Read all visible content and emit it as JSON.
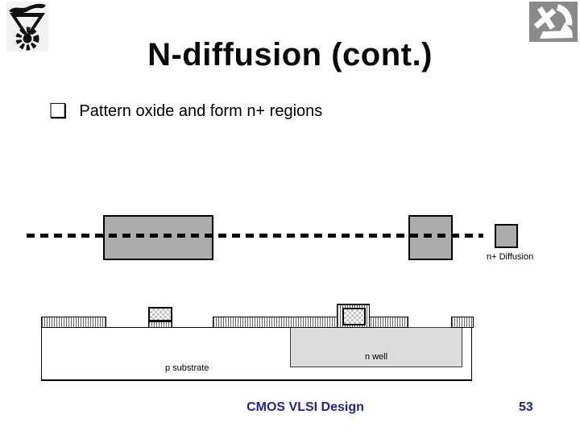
{
  "header": {
    "title": "N-diffusion (cont.)"
  },
  "content": {
    "bullet_glyph": "❑",
    "bullet_text": "Pattern oxide and form n+ regions"
  },
  "layout_view": {
    "legend_label": "n+ Diffusion"
  },
  "cross_section": {
    "substrate_label": "p substrate",
    "nwell_label": "n well"
  },
  "footer": {
    "course": "CMOS VLSI Design",
    "page_number": "53"
  },
  "icons": {
    "left_logo": "technion-logo",
    "right_logo": "faculty-logo",
    "bullet": "shadowed-square-bullet"
  },
  "colors": {
    "diffusion_fill": "#acacac",
    "nwell_fill": "#dcdcdc",
    "footer_text": "#22229a",
    "logo_background": "#8a8a8a",
    "title_text": "#0a0a0a"
  }
}
